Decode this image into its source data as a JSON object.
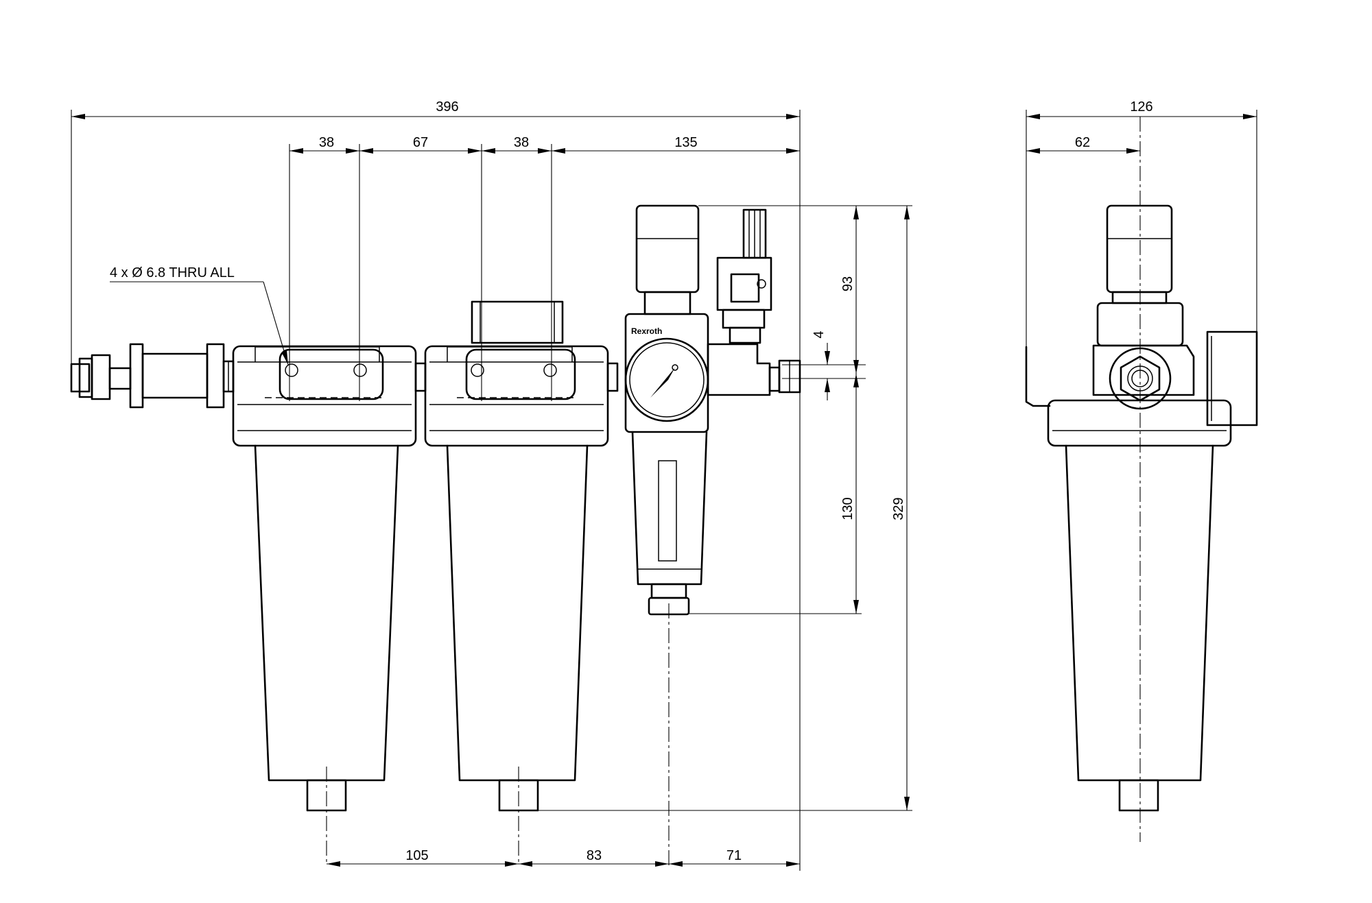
{
  "dimensions": {
    "overall_length": "396",
    "port_spacing_a": "38",
    "port_spacing_b": "67",
    "port_spacing_c": "38",
    "port_to_end": "135",
    "side_width": "126",
    "side_offset": "62",
    "height_top": "93",
    "height_offset": "4",
    "height_bottom": "130",
    "overall_height": "329",
    "drain_a": "105",
    "drain_b": "83",
    "drain_c": "71"
  },
  "callouts": {
    "mounting_holes": "4 x Ø 6.8 THRU ALL"
  },
  "brand_text": "Rexroth"
}
